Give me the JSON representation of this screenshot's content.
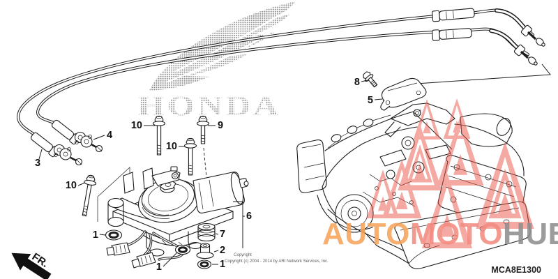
{
  "diagram": {
    "code": "MCA8E1300",
    "direction_label": "FR.",
    "copyright_line1": "Copyright",
    "copyright_line2": "Copyright (c) 2004 - 2014 by ARI Network Services, Inc."
  },
  "watermarks": {
    "honda_logo_text": "HONDA",
    "automotohub": {
      "auto": "AUTO",
      "moto": "MOTO",
      "hub": "HUB"
    },
    "colors": {
      "triangle": "#ea5548",
      "auto": "#f5a45c",
      "moto": "#f28b80",
      "hub": "#8f8f8f",
      "halftone": "#8d8d8d"
    }
  },
  "callouts": [
    {
      "label": "10"
    },
    {
      "label": "9"
    },
    {
      "label": "10"
    },
    {
      "label": "10"
    },
    {
      "label": "4"
    },
    {
      "label": "3"
    },
    {
      "label": "8"
    },
    {
      "label": "5"
    },
    {
      "label": "1"
    },
    {
      "label": "1"
    },
    {
      "label": "1"
    },
    {
      "label": "6"
    },
    {
      "label": "7"
    },
    {
      "label": "2"
    }
  ]
}
